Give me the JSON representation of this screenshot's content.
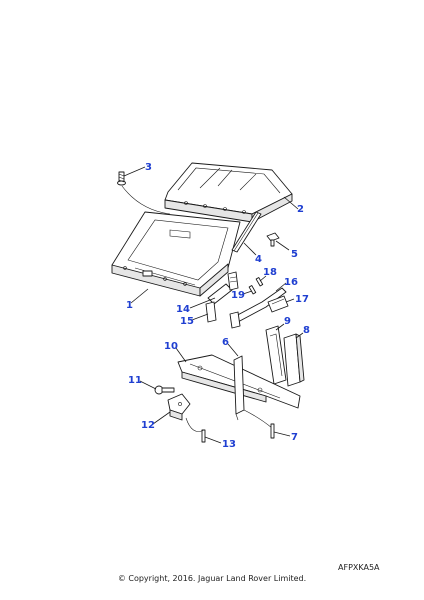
{
  "callouts": [
    "1",
    "2",
    "3",
    "4",
    "5",
    "6",
    "7",
    "8",
    "9",
    "10",
    "11",
    "12",
    "13",
    "14",
    "15",
    "16",
    "17",
    "18",
    "19"
  ],
  "reference_code": "AFPXKA5A",
  "copyright": "© Copyright, 2016. Jaguar Land Rover Limited.",
  "colors": {
    "callout": "#1f3fd1",
    "line": "#1a1a1a",
    "shade": "#e6e6e6"
  }
}
